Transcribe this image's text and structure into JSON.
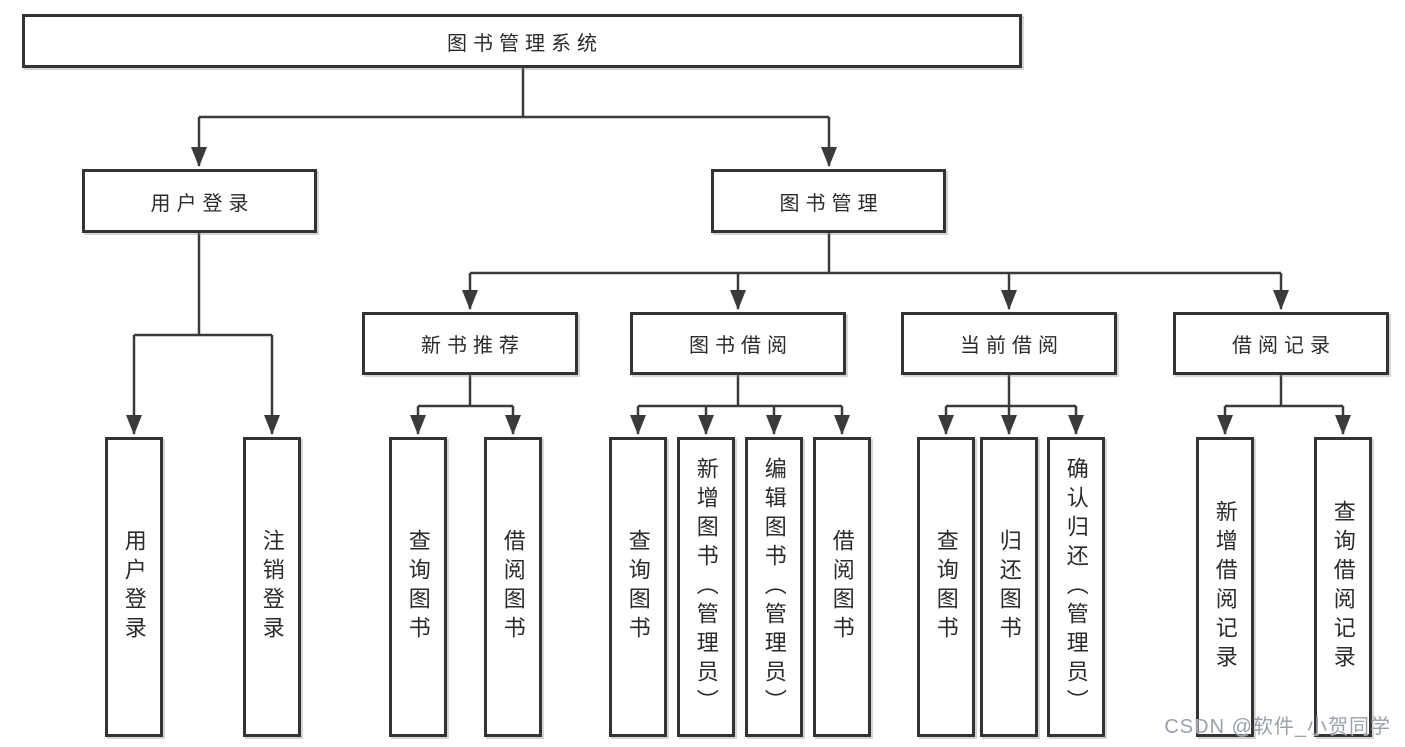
{
  "diagram": {
    "root": {
      "label": "图书管理系统"
    },
    "children": [
      {
        "label": "用户登录",
        "children": [
          {
            "label": "用户登录"
          },
          {
            "label": "注销登录"
          }
        ]
      },
      {
        "label": "图书管理",
        "children": [
          {
            "label": "新书推荐",
            "children": [
              {
                "label": "查询图书"
              },
              {
                "label": "借阅图书"
              }
            ]
          },
          {
            "label": "图书借阅",
            "children": [
              {
                "label": "查询图书"
              },
              {
                "label": "新增图书（管理员）"
              },
              {
                "label": "编辑图书（管理员）"
              },
              {
                "label": "借阅图书"
              }
            ]
          },
          {
            "label": "当前借阅",
            "children": [
              {
                "label": "查询图书"
              },
              {
                "label": "归还图书"
              },
              {
                "label": "确认归还（管理员）"
              }
            ]
          },
          {
            "label": "借阅记录",
            "children": [
              {
                "label": "新增借阅记录"
              },
              {
                "label": "查询借阅记录"
              }
            ]
          }
        ]
      }
    ]
  },
  "watermark": {
    "label": "CSDN @软件_小贺同学"
  },
  "colors": {
    "background": "#ffffff",
    "line": "#3a3a3a",
    "box_border": "#333333",
    "text": "#2b2b2b",
    "watermark": "#9aa1ab"
  }
}
